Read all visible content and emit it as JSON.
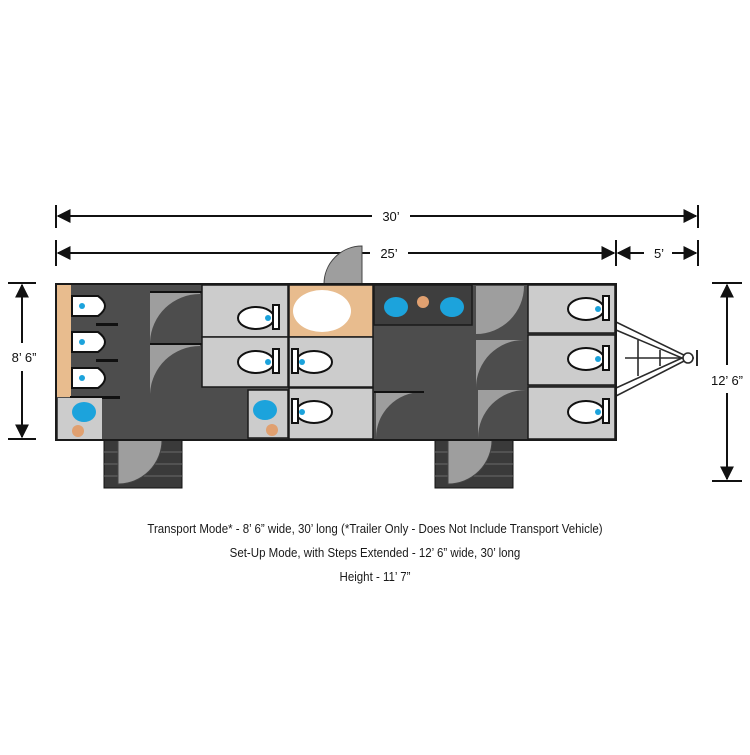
{
  "dimensions": {
    "total_length": "30’",
    "body_length": "25’",
    "tongue_length": "5’",
    "transport_width": "8’ 6”",
    "setup_width": "12’ 6”"
  },
  "captions": {
    "transport": "Transport Mode* - 8’ 6” wide, 30’ long (*Trailer Only - Does Not Include Transport Vehicle)",
    "setup": "Set-Up Mode, with Steps Extended - 12’ 6” wide, 30’ long",
    "height": "Height - 11’ 7”"
  },
  "colors": {
    "floor": "#4d4d4d",
    "stall": "#cccccc",
    "counter": "#e8bc8e",
    "sink": "#1ca3dc",
    "fixture_dot": "#1ca3dc",
    "door": "#9e9e9e",
    "steps": "#3a3a3a",
    "outline": "#1a1a1a"
  },
  "icons": {
    "toilet": "toilet-icon",
    "urinal": "urinal-icon",
    "sink": "sink-icon",
    "door": "door-swing-icon",
    "steps": "entry-steps-icon",
    "hitch": "trailer-hitch-icon"
  }
}
